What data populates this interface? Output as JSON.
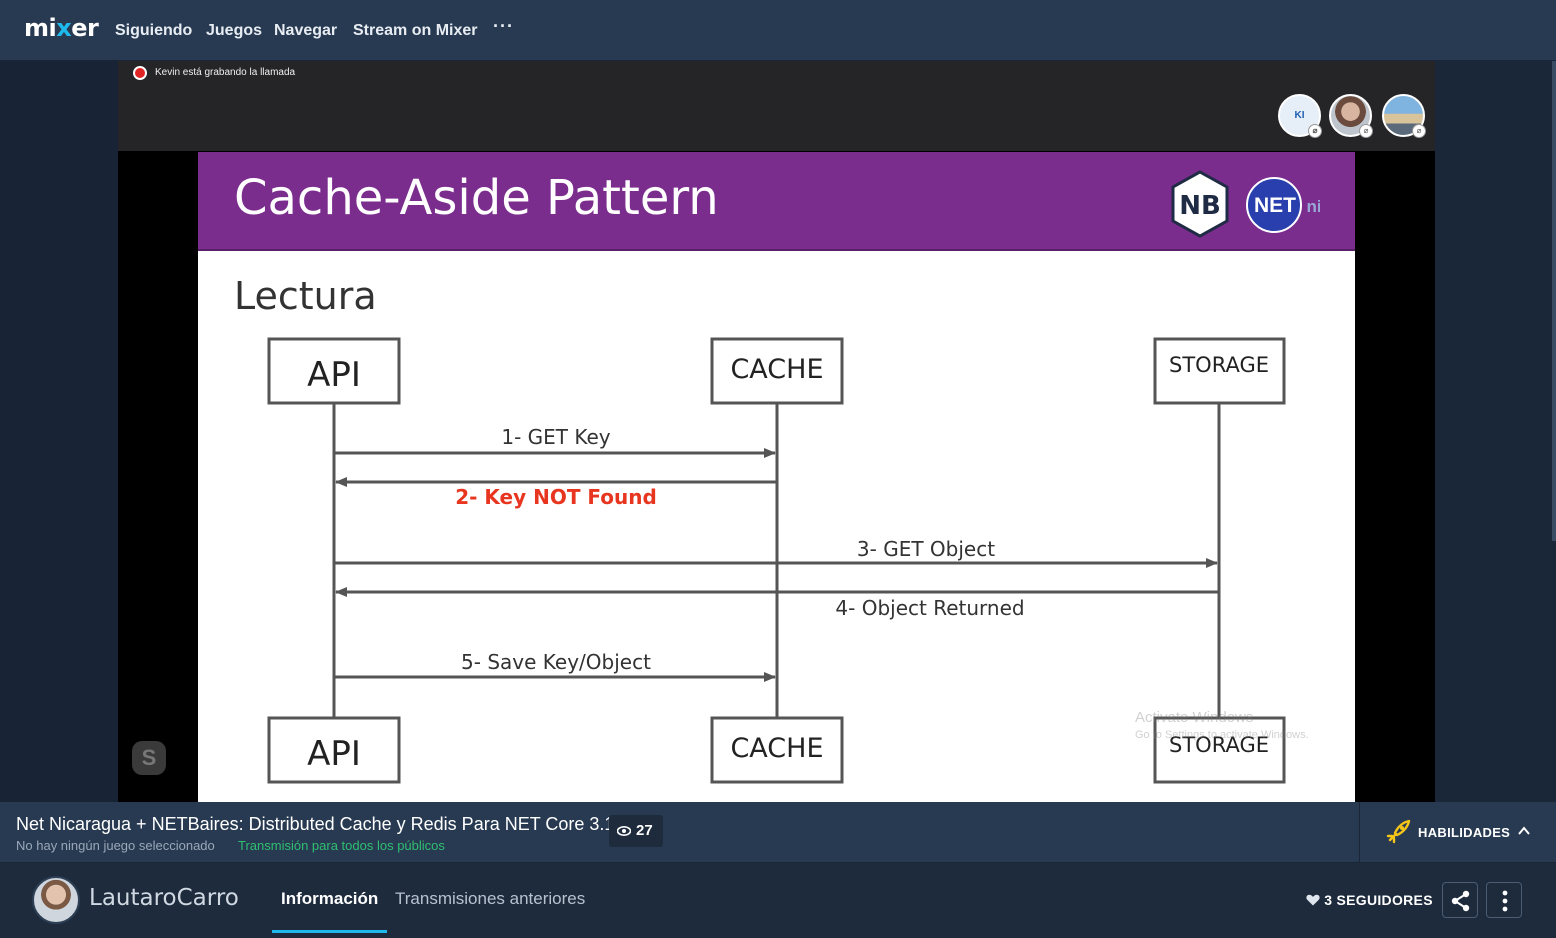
{
  "nav": {
    "logo_a": "mi",
    "logo_x": "x",
    "logo_b": "er",
    "items": [
      "Siguiendo",
      "Juegos",
      "Navegar",
      "Stream on Mixer"
    ],
    "more": "···"
  },
  "call": {
    "recording_text": "Kevin está grabando la llamada",
    "participant_initials": "KI"
  },
  "slide": {
    "title": "Cache-Aside Pattern",
    "section": "Lectura",
    "logo_nb": "NB",
    "logo_net": "NET",
    "logo_ni": "ni",
    "boxes": {
      "api": "API",
      "cache": "CACHE",
      "storage": "STORAGE"
    },
    "steps": {
      "s1": "1- GET Key",
      "s2": "2- Key NOT Found",
      "s3": "3- GET Object",
      "s4": "4- Object Returned",
      "s5": "5- Save Key/Object"
    },
    "highlight_color": "#e8351f",
    "watermark_1": "Activate Windows",
    "watermark_2": "Go to Settings to activate Windows."
  },
  "stream": {
    "title": "Net Nicaragua + NETBaires: Distributed Cache y Redis Para NET Core 3.1",
    "game": "No hay ningún juego seleccionado",
    "audience": "Transmisión para todos los públicos",
    "viewers": "27",
    "skills_label": "HABILIDADES"
  },
  "profile": {
    "channel_name": "LautaroCarro",
    "tabs": [
      "Información",
      "Transmisiones anteriores"
    ],
    "followers": "3 SEGUIDORES"
  },
  "colors": {
    "accent": "#1fbaed",
    "slide_header": "#7b2d8e",
    "skills_icon": "#f5c518"
  }
}
